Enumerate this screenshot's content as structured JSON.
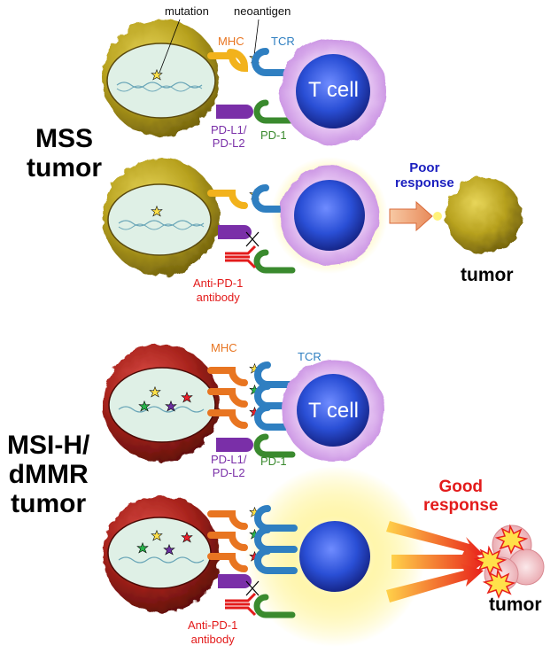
{
  "labels": {
    "mutation": "mutation",
    "neoantigen": "neoantigen",
    "mhc": "MHC",
    "tcr": "TCR",
    "t_cell": "T cell",
    "pdl_line1": "PD-L1/",
    "pdl_line2": "PD-L2",
    "pd1": "PD-1",
    "anti_line1": "Anti-PD-1",
    "anti_line2": "antibody",
    "tumor": "tumor"
  },
  "mss": {
    "title_line1": "MSS",
    "title_line2": "tumor",
    "response_line1": "Poor",
    "response_line2": "response"
  },
  "msih": {
    "title_line1": "MSI-H/",
    "title_line2": "dMMR",
    "title_line3": "tumor",
    "response_line1": "Good",
    "response_line2": "response"
  },
  "colors": {
    "mss_tumor": "#b8a21f",
    "msi_tumor": "#a8231c",
    "mhc": "#e87521",
    "mhc_mss": "#f2b21c",
    "tcr": "#2f7fc1",
    "pdl": "#7a2fa8",
    "pd1": "#3a8a2e",
    "antibody": "#e31b1b",
    "tcell_outer": "#d9a8ee",
    "tcell_nucleus": "#2a4fd6",
    "neoantigen_yellow": "#ffe14a",
    "neoantigen_green": "#28b34a",
    "neoantigen_purple": "#6b2fa0",
    "neoantigen_red": "#e8202a"
  }
}
